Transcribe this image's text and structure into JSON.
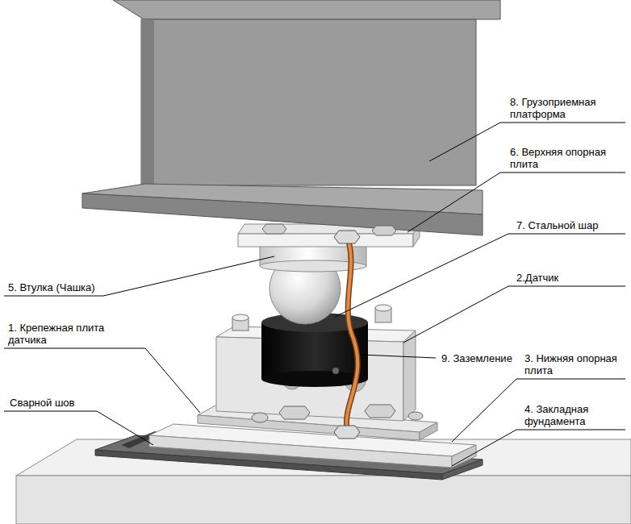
{
  "diagram": {
    "labels": [
      "8. Грузоприемная платформа",
      "6. Верхняя опорная плита",
      "7. Стальной шар",
      "5. Втулка (Чашка)",
      "2.Датчик",
      "1. Крепежная плита датчика",
      "9. Заземление",
      "3. Нижняя опорная плита",
      "Сварной шов",
      "4. Закладная фундамента"
    ]
  }
}
